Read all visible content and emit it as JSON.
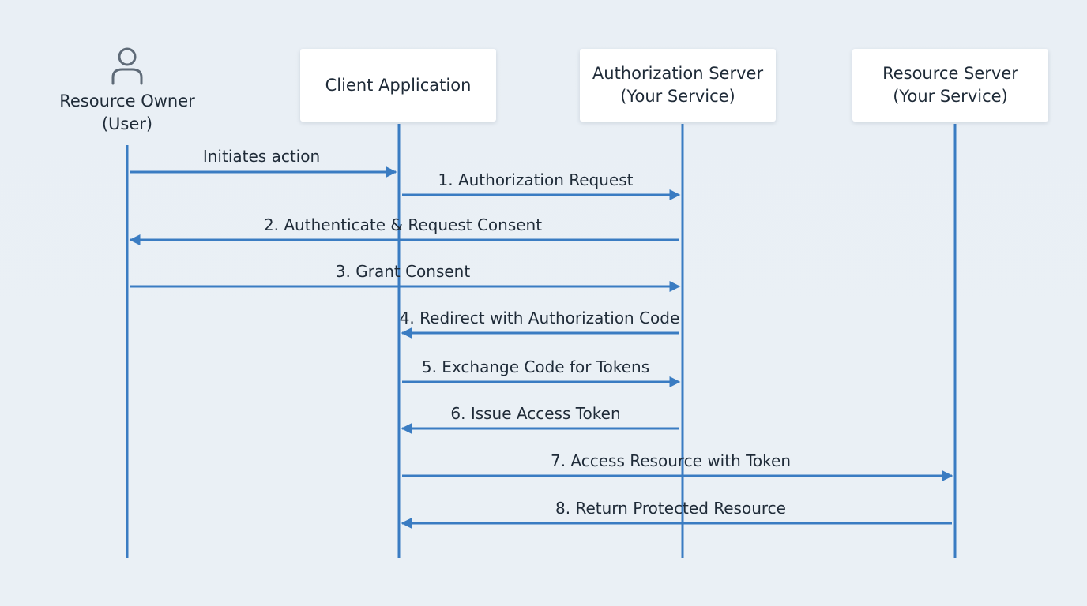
{
  "participants": {
    "resource_owner": {
      "line1": "Resource Owner",
      "line2": "(User)",
      "icon": "person-icon"
    },
    "client_application": {
      "line1": "Client Application"
    },
    "authorization_server": {
      "line1": "Authorization Server",
      "line2": "(Your Service)"
    },
    "resource_server": {
      "line1": "Resource Server",
      "line2": "(Your Service)"
    }
  },
  "messages": [
    {
      "label": "Initiates action",
      "from": "resource_owner",
      "to": "client_application"
    },
    {
      "label": "1. Authorization Request",
      "from": "client_application",
      "to": "authorization_server"
    },
    {
      "label": "2. Authenticate & Request Consent",
      "from": "authorization_server",
      "to": "resource_owner"
    },
    {
      "label": "3. Grant Consent",
      "from": "resource_owner",
      "to": "authorization_server"
    },
    {
      "label": "4. Redirect with Authorization Code",
      "from": "authorization_server",
      "to": "client_application"
    },
    {
      "label": "5. Exchange Code for Tokens",
      "from": "client_application",
      "to": "authorization_server"
    },
    {
      "label": "6. Issue Access Token",
      "from": "authorization_server",
      "to": "client_application"
    },
    {
      "label": "7. Access Resource with Token",
      "from": "client_application",
      "to": "resource_server"
    },
    {
      "label": "8. Return Protected Resource",
      "from": "resource_server",
      "to": "client_application"
    }
  ],
  "colors": {
    "line": "#3a7cc2",
    "background": "#e9eff5",
    "box": "#ffffff",
    "text": "#1f2b38",
    "icon": "#5f6b78"
  }
}
